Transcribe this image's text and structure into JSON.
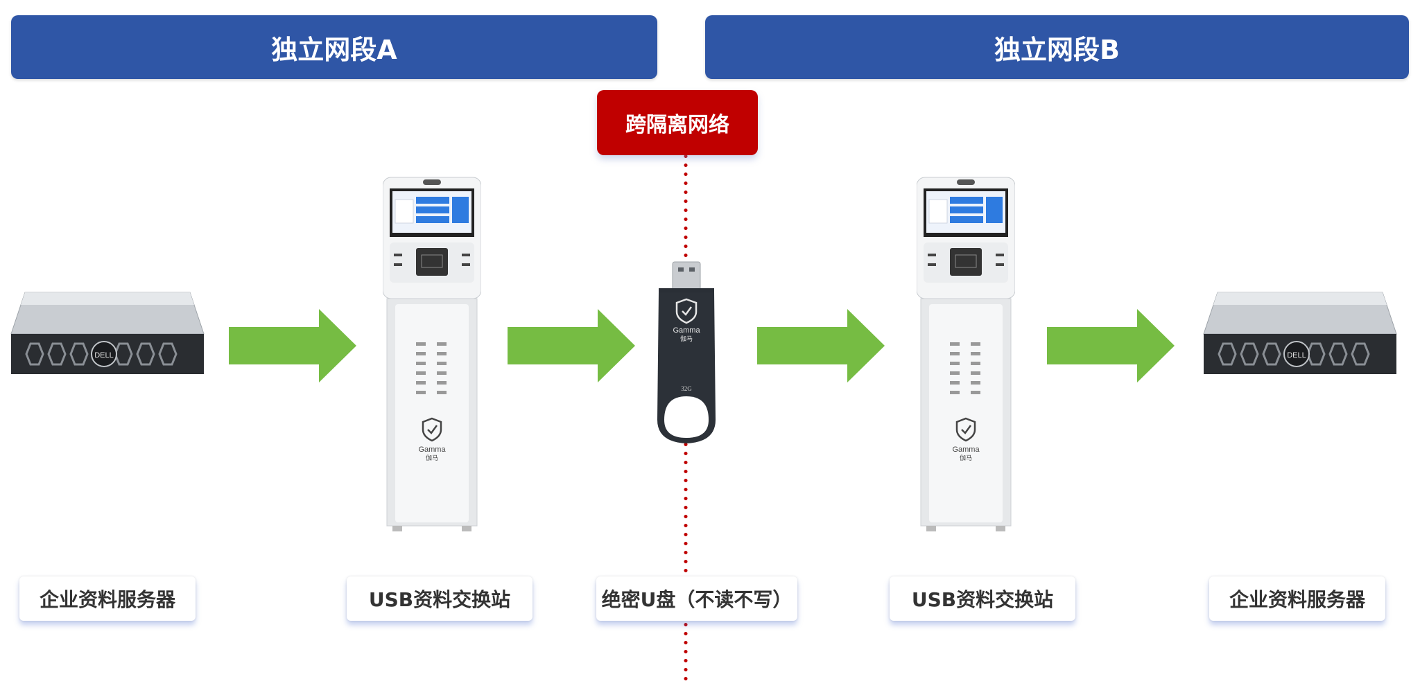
{
  "segments": {
    "a": "独立网段A",
    "b": "独立网段B"
  },
  "cross_network": "跨隔离网络",
  "nodes": [
    {
      "label": "企业资料服务器"
    },
    {
      "label": "USB资料交换站"
    },
    {
      "label": "绝密U盘（不读不写）"
    },
    {
      "label": "USB资料交换站"
    },
    {
      "label": "企业资料服务器"
    }
  ],
  "device_text": {
    "brand": "Gamma",
    "brand_cn": "伽马",
    "capacity": "32G",
    "server_logo": "DELL"
  },
  "colors": {
    "header": "#2f56a6",
    "cross": "#c00000",
    "arrow": "#76bc43"
  }
}
